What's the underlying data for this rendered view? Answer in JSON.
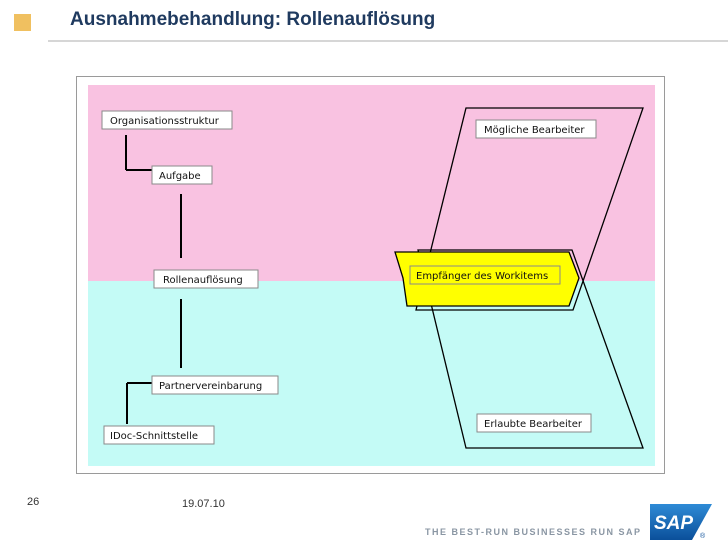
{
  "header": {
    "title": "Ausnahmebehandlung: Rollenauflösung"
  },
  "diagram": {
    "boxes": {
      "organisationsstruktur": "Organisationsstruktur",
      "aufgabe": "Aufgabe",
      "rollenaufloesung": "Rollenauflösung",
      "partnervereinbarung": "Partnervereinbarung",
      "idoc_schnittstelle": "IDoc-Schnittstelle",
      "moegliche_bearbeiter": "Mögliche Bearbeiter",
      "empfaenger": "Empfänger des Workitems",
      "erlaubte_bearbeiter": "Erlaubte Bearbeiter"
    },
    "colors": {
      "upper_band": "#f9c2e1",
      "lower_band": "#c4fbf6",
      "highlight": "#ffff00"
    }
  },
  "footer": {
    "page_number": "26",
    "date": "19.07.10",
    "tagline": "THE BEST-RUN BUSINESSES RUN SAP",
    "logo_text": "SAP"
  }
}
